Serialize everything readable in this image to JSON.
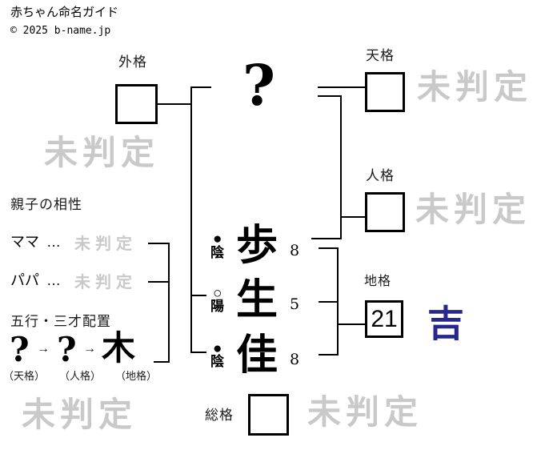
{
  "header": {
    "site_title": "赤ちゃん命名ガイド",
    "copyright": "© 2025 b-name.jp"
  },
  "diagram": {
    "surname_placeholder": "?",
    "kaku": {
      "gaikaku": {
        "label": "外格",
        "value": "",
        "result": "未判定"
      },
      "tenkaku": {
        "label": "天格",
        "value": "",
        "result": "未判定"
      },
      "jinkaku": {
        "label": "人格",
        "value": "",
        "result": "未判定"
      },
      "chikaku": {
        "label": "地格",
        "value": "21",
        "result": "吉"
      },
      "soukaku": {
        "label": "総格",
        "value": "",
        "result": "未判定"
      }
    },
    "name_chars": [
      {
        "char": "歩",
        "strokes": "8",
        "yin_yang_symbol": "●",
        "yin_yang_label": "陰"
      },
      {
        "char": "生",
        "strokes": "5",
        "yin_yang_symbol": "○",
        "yin_yang_label": "陽"
      },
      {
        "char": "佳",
        "strokes": "8",
        "yin_yang_symbol": "●",
        "yin_yang_label": "陰"
      }
    ]
  },
  "compatibility": {
    "title": "親子の相性",
    "rows": [
      {
        "label": "ママ",
        "separator": "…",
        "result": "未判定"
      },
      {
        "label": "パパ",
        "separator": "…",
        "result": "未判定"
      }
    ]
  },
  "gogyo": {
    "title": "五行・三才配置",
    "arrow": "→",
    "items": [
      {
        "element": "?",
        "caption": "（天格）"
      },
      {
        "element": "?",
        "caption": "（人格）"
      },
      {
        "element": "木",
        "caption": "（地格）"
      }
    ],
    "result": "未判定"
  },
  "colors": {
    "undetermined_gray": "#c9c9c9",
    "kichi_blue": "#28288c",
    "line_black": "#000000"
  }
}
